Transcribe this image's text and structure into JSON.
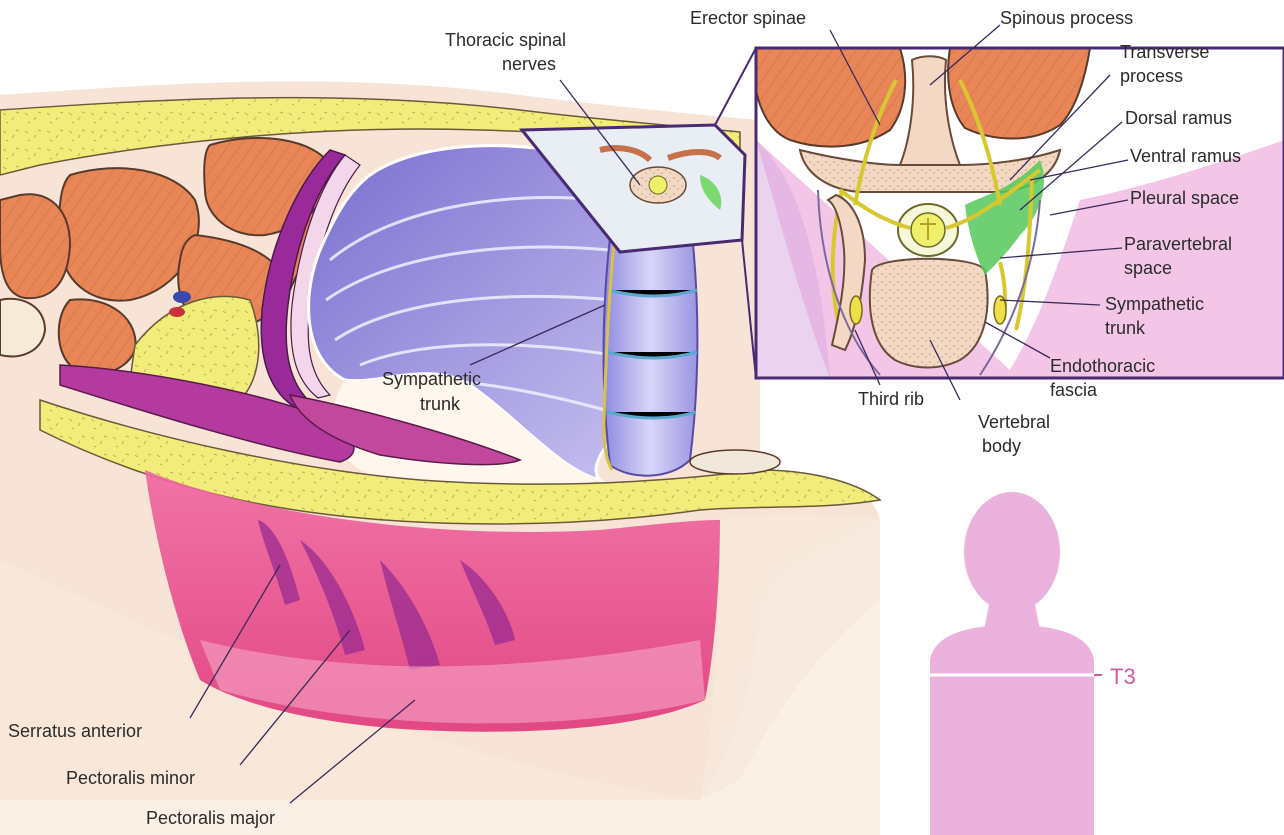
{
  "labels": {
    "thoracic_spinal_nerves": [
      "Thoracic spinal",
      "nerves"
    ],
    "erector_spinae": "Erector spinae",
    "spinous_process": "Spinous process",
    "transverse_process": [
      "Transverse",
      "process"
    ],
    "dorsal_ramus": "Dorsal ramus",
    "ventral_ramus": "Ventral ramus",
    "pleural_space": "Pleural space",
    "paravertebral_space": [
      "Paravertebral",
      "space"
    ],
    "sympathetic_trunk_inset": [
      "Sympathetic",
      "trunk"
    ],
    "endothoracic_fascia": [
      "Endothoracic",
      "fascia"
    ],
    "third_rib": "Third rib",
    "vertebral_body": [
      "Vertebral",
      "body"
    ],
    "sympathetic_trunk_main": [
      "Sympathetic",
      "trunk"
    ],
    "serratus_anterior": "Serratus anterior",
    "pectoralis_minor": "Pectoralis minor",
    "pectoralis_major": "Pectoralis major",
    "level": "T3"
  },
  "colors": {
    "skin": "#f7e6dc",
    "fat": "#f2ec7a",
    "muscle": "#e98a5a",
    "lung": "#a89ee0",
    "pectoralis_major": "#e8488a",
    "inset_frame": "#4a2a72",
    "level_marker": "#d05aa4"
  }
}
